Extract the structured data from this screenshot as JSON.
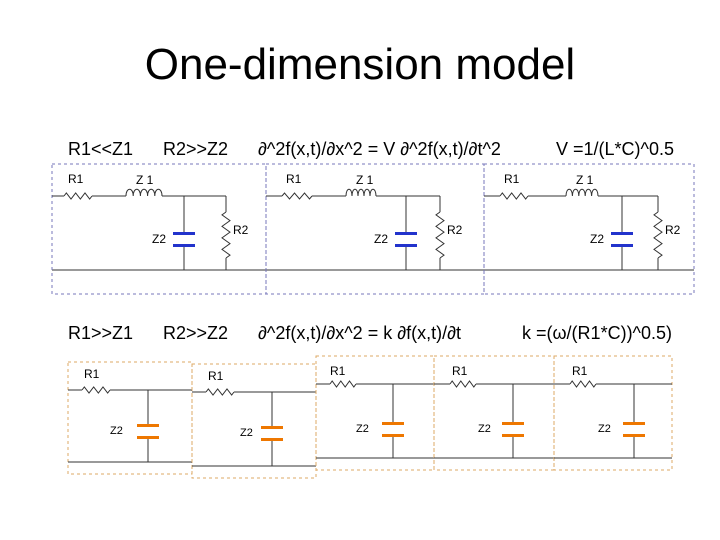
{
  "title": "One-dimension model",
  "section1": {
    "cond1": "R1<<Z1",
    "cond2": "R2>>Z2",
    "equation": "∂^2f(x,t)/∂x^2 = V ∂^2f(x,t)/∂t^2",
    "velocity": "V =1/(L*C)^0.5",
    "cell_labels": {
      "r1": "R1",
      "z1": "Z 1",
      "z2": "Z2",
      "r2": "R2"
    }
  },
  "section2": {
    "cond1": "R1>>Z1",
    "cond2": "R2>>Z2",
    "equation": "∂^2f(x,t)/∂x^2 = k ∂f(x,t)/∂t",
    "coefficient": "k =(ω/(R1*C))^0.5)",
    "cell_labels": {
      "r1": "R1",
      "z2": "Z2"
    }
  },
  "colors": {
    "text": "#000000",
    "circuit": "#333333",
    "capacitor_top": "#2233cc",
    "capacitor_bottom": "#ee7700",
    "box_border_top": "#7777bb",
    "box_border_bottom": "#ddaa66"
  }
}
